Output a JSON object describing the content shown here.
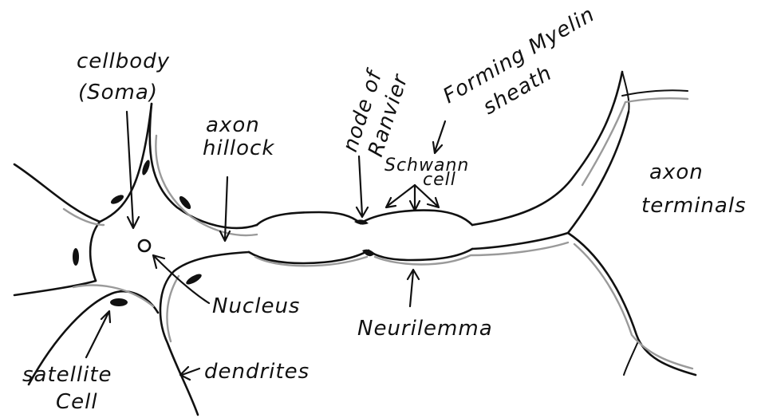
{
  "labels": {
    "cellbody_line1": "cellbody",
    "cellbody_line2": "(Soma)",
    "axon_hillock_line1": "axon",
    "axon_hillock_line2": "hillock",
    "node_line1": "node of",
    "node_line2": "Ranvier",
    "myelin_line1": "Forming Myelin",
    "myelin_line2": "sheath",
    "schwann_line1": "Schwann",
    "schwann_line2": "cell",
    "axon_terminals_line1": "axon",
    "axon_terminals_line2": "terminals",
    "nucleus": "Nucleus",
    "neurilemma": "Neurilemma",
    "satellite_line1": "satellite",
    "satellite_line2": "Cell",
    "dendrites": "dendrites"
  },
  "colors": {
    "ink": "#111111",
    "shade": "#9a9a9a",
    "background": "#ffffff"
  }
}
